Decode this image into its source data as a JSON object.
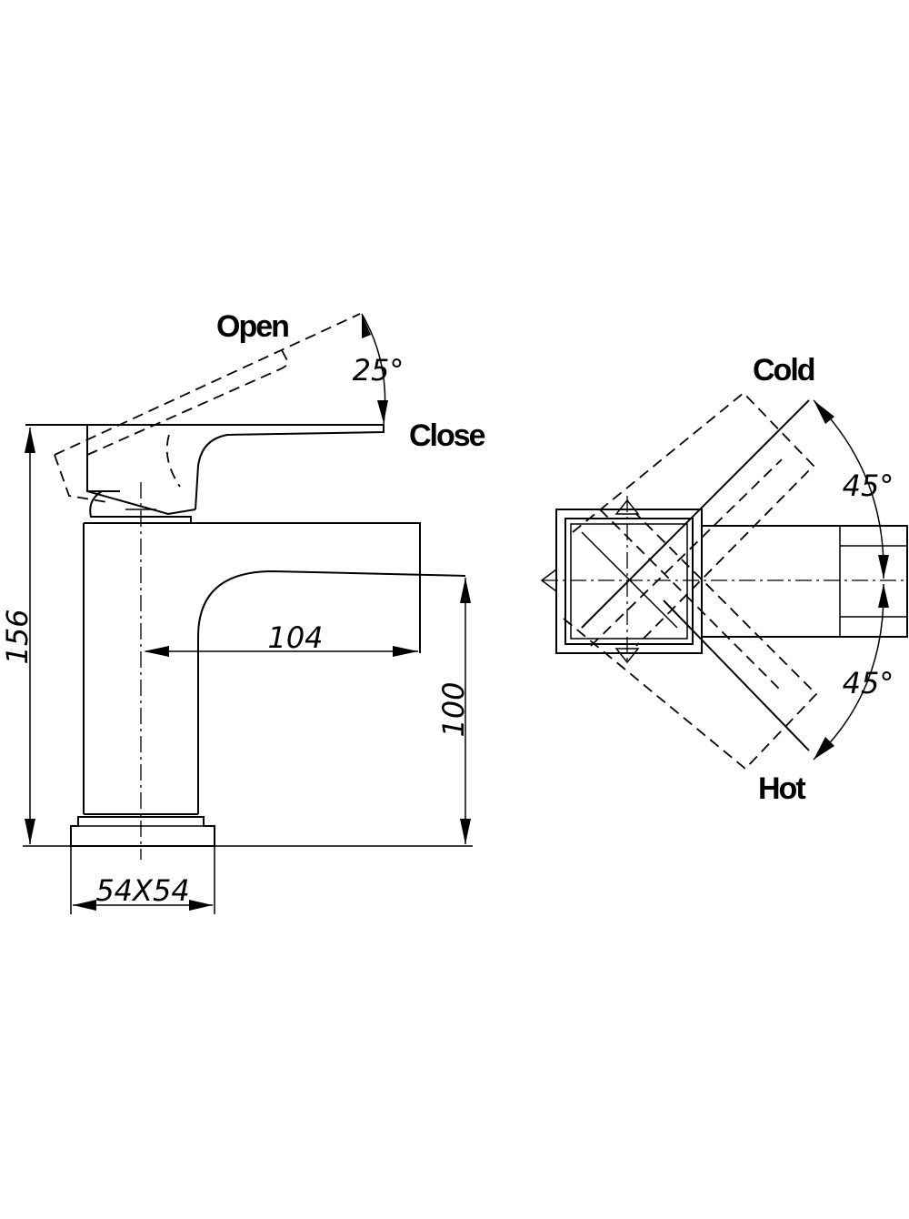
{
  "labels": {
    "open": "Open",
    "close": "Close",
    "cold": "Cold",
    "hot": "Hot"
  },
  "dimensions": {
    "total_height": "156",
    "spout_reach": "104",
    "spout_height": "100",
    "base_size": "54X54",
    "handle_angle": "25°",
    "cold_angle": "45°",
    "hot_angle": "45°"
  }
}
